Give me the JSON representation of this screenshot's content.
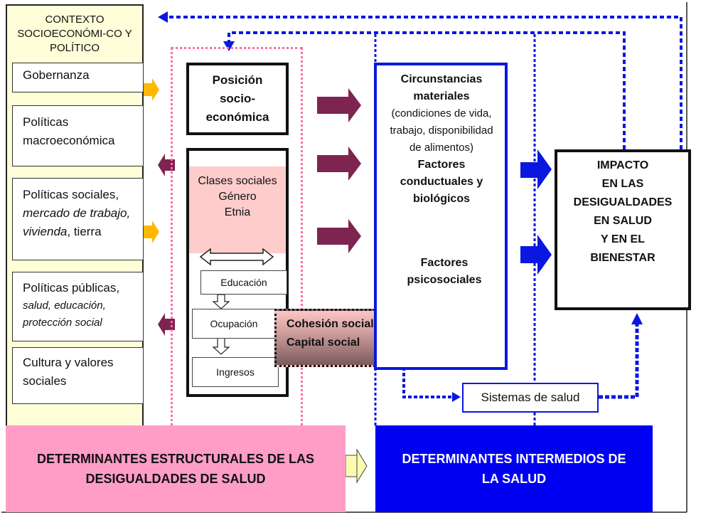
{
  "context": {
    "title": "CONTEXTO SOCIOECONÓMI-CO Y POLÍTICO",
    "items": [
      {
        "main": "Gobernanza",
        "sub": ""
      },
      {
        "main": "Políticas macroeconómica",
        "sub": ""
      },
      {
        "main": "Políticas sociales,",
        "sub_italic": "mercado de trabajo, vivienda",
        "sub_tail": ", tierra"
      },
      {
        "main": "Políticas públicas,",
        "sub_italic": "salud, educación, protección social"
      },
      {
        "main": "Cultura y valores sociales",
        "sub": ""
      }
    ]
  },
  "structural": {
    "position_title": "Posición socio-económica",
    "classes": [
      "Clases sociales",
      "Género",
      "Etnia"
    ],
    "education": "Educación",
    "occupation": "Ocupación",
    "income": "Ingresos",
    "cohesion": [
      "Cohesión social",
      "Capital social"
    ]
  },
  "intermediate": {
    "material_title": "Circunstancias materiales",
    "material_detail": "(condiciones de vida, trabajo, disponibilidad de alimentos)",
    "behavioral": "Factores conductuales y biológicos",
    "psychosocial": "Factores psicosociales"
  },
  "impact": {
    "lines": [
      "IMPACTO",
      "EN LAS",
      "DESIGUALDADES",
      "EN SALUD",
      "Y EN EL",
      "BIENESTAR"
    ]
  },
  "health_systems": "Sistemas de salud",
  "bottom": {
    "structural_label": "DETERMINANTES ESTRUCTURALES DE LAS DESIGUALDADES DE SALUD",
    "intermediate_label": "DETERMINANTES INTERMEDIOS DE LA SALUD"
  },
  "colors": {
    "pink_dotted": "#ff6ea8",
    "blue": "#0a17e0",
    "maroon_arrow": "#7d2450",
    "orange_arrow": "#ffb800",
    "context_bg": "#fefed8"
  }
}
